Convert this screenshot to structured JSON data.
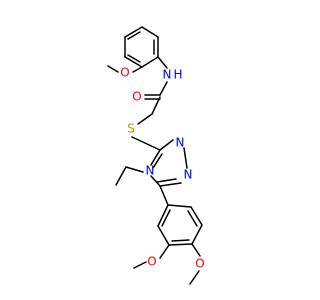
{
  "molecule": {
    "atoms": {
      "amide_n": {
        "symbol": "N",
        "extra": "H"
      },
      "amide_o": {
        "symbol": "O"
      },
      "methoxy_o_top": {
        "symbol": "O"
      },
      "thio_s": {
        "symbol": "S"
      },
      "ring_n4": {
        "symbol": "N"
      },
      "ring_n2": {
        "symbol": "N"
      },
      "ring_n1": {
        "symbol": "N"
      },
      "methoxy_o_mid": {
        "symbol": "O"
      },
      "methoxy_o_low": {
        "symbol": "O"
      }
    },
    "colors": {
      "carbon": "#000000",
      "nitrogen": "#0000ff",
      "oxygen": "#ff0000",
      "sulfur": "#b3a100"
    }
  }
}
